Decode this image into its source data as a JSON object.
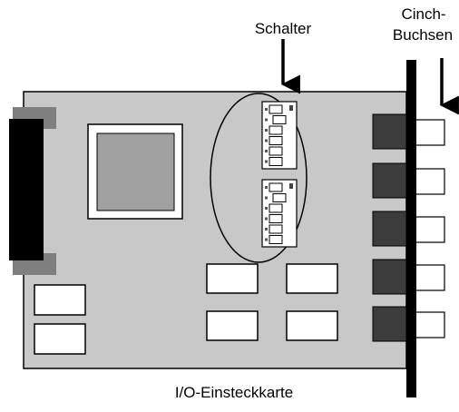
{
  "labels": {
    "switches": "Schalter",
    "jacks_line1": "Cinch-",
    "jacks_line2": "Buchsen",
    "card": "I/O-Einsteckkarte"
  },
  "colors": {
    "board": "#c8c8c8",
    "connector": "#000000",
    "connector_tab": "#7f7f7f",
    "chip": "#a0a0a0",
    "jack_housing": "#3c3c3c",
    "outline": "#000000",
    "component_fill": "#ffffff"
  }
}
